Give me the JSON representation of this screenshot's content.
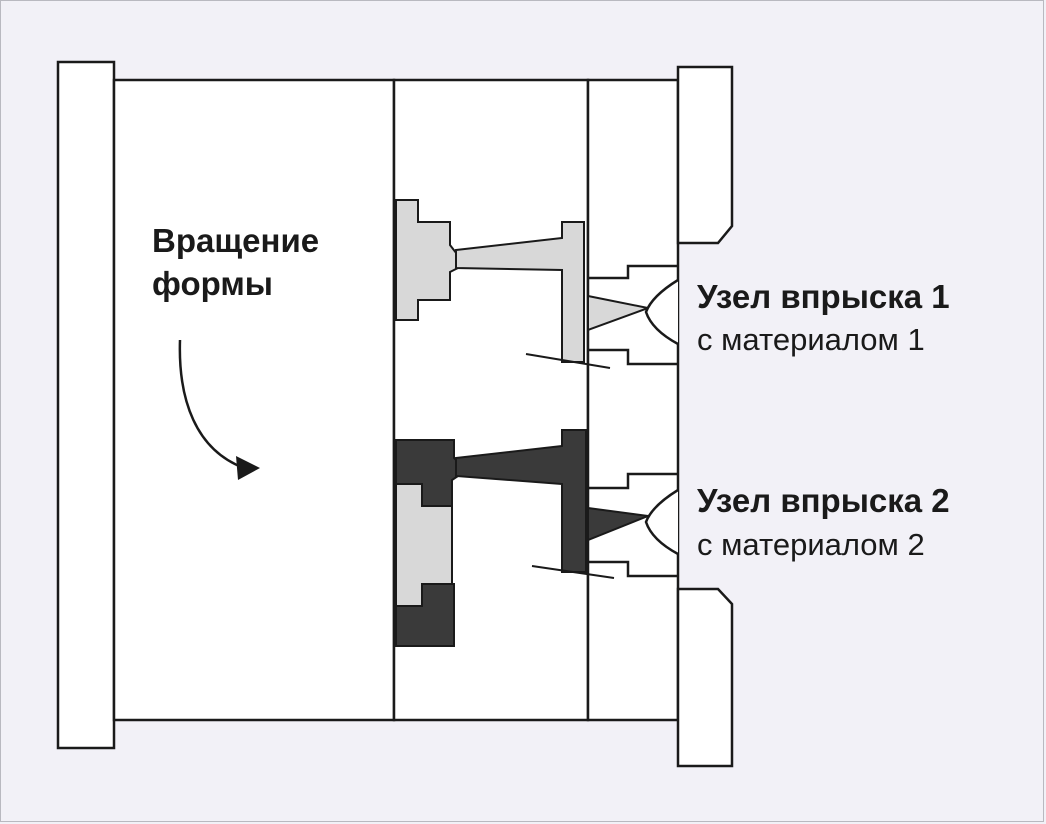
{
  "labels": {
    "rotation_line1": "Вращение",
    "rotation_line2": "формы",
    "unit1_title": "Узел впрыска 1",
    "unit1_material": "с материалом 1",
    "unit2_title": "Узел впрыска 2",
    "unit2_material": "с материалом 2"
  },
  "colors": {
    "background": "#f2f1f7",
    "plate_fill": "#ffffff",
    "outline": "#1a1a1a",
    "material_1": "#d8d8d8",
    "material_2": "#3a3a3a"
  }
}
